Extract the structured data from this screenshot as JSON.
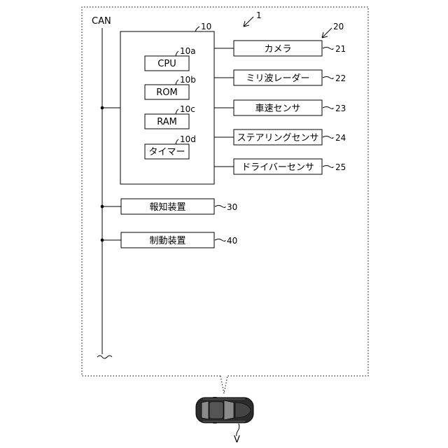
{
  "system": {
    "ref": "1"
  },
  "bus": {
    "label": "CAN"
  },
  "ecu": {
    "ref": "10",
    "parts": [
      {
        "ref": "10a",
        "label": "CPU"
      },
      {
        "ref": "10b",
        "label": "ROM"
      },
      {
        "ref": "10c",
        "label": "RAM"
      },
      {
        "ref": "10d",
        "label": "タイマー"
      }
    ]
  },
  "sensors": {
    "ref": "20",
    "items": [
      {
        "ref": "21",
        "label": "カメラ"
      },
      {
        "ref": "22",
        "label": "ミリ波レーダー"
      },
      {
        "ref": "23",
        "label": "車速センサ"
      },
      {
        "ref": "24",
        "label": "ステアリングセンサ"
      },
      {
        "ref": "25",
        "label": "ドライバーセンサ"
      }
    ]
  },
  "notification_device": {
    "ref": "30",
    "label": "報知装置"
  },
  "control_device": {
    "ref": "40",
    "label": "制動装置"
  },
  "vehicle": {
    "label": "V"
  }
}
